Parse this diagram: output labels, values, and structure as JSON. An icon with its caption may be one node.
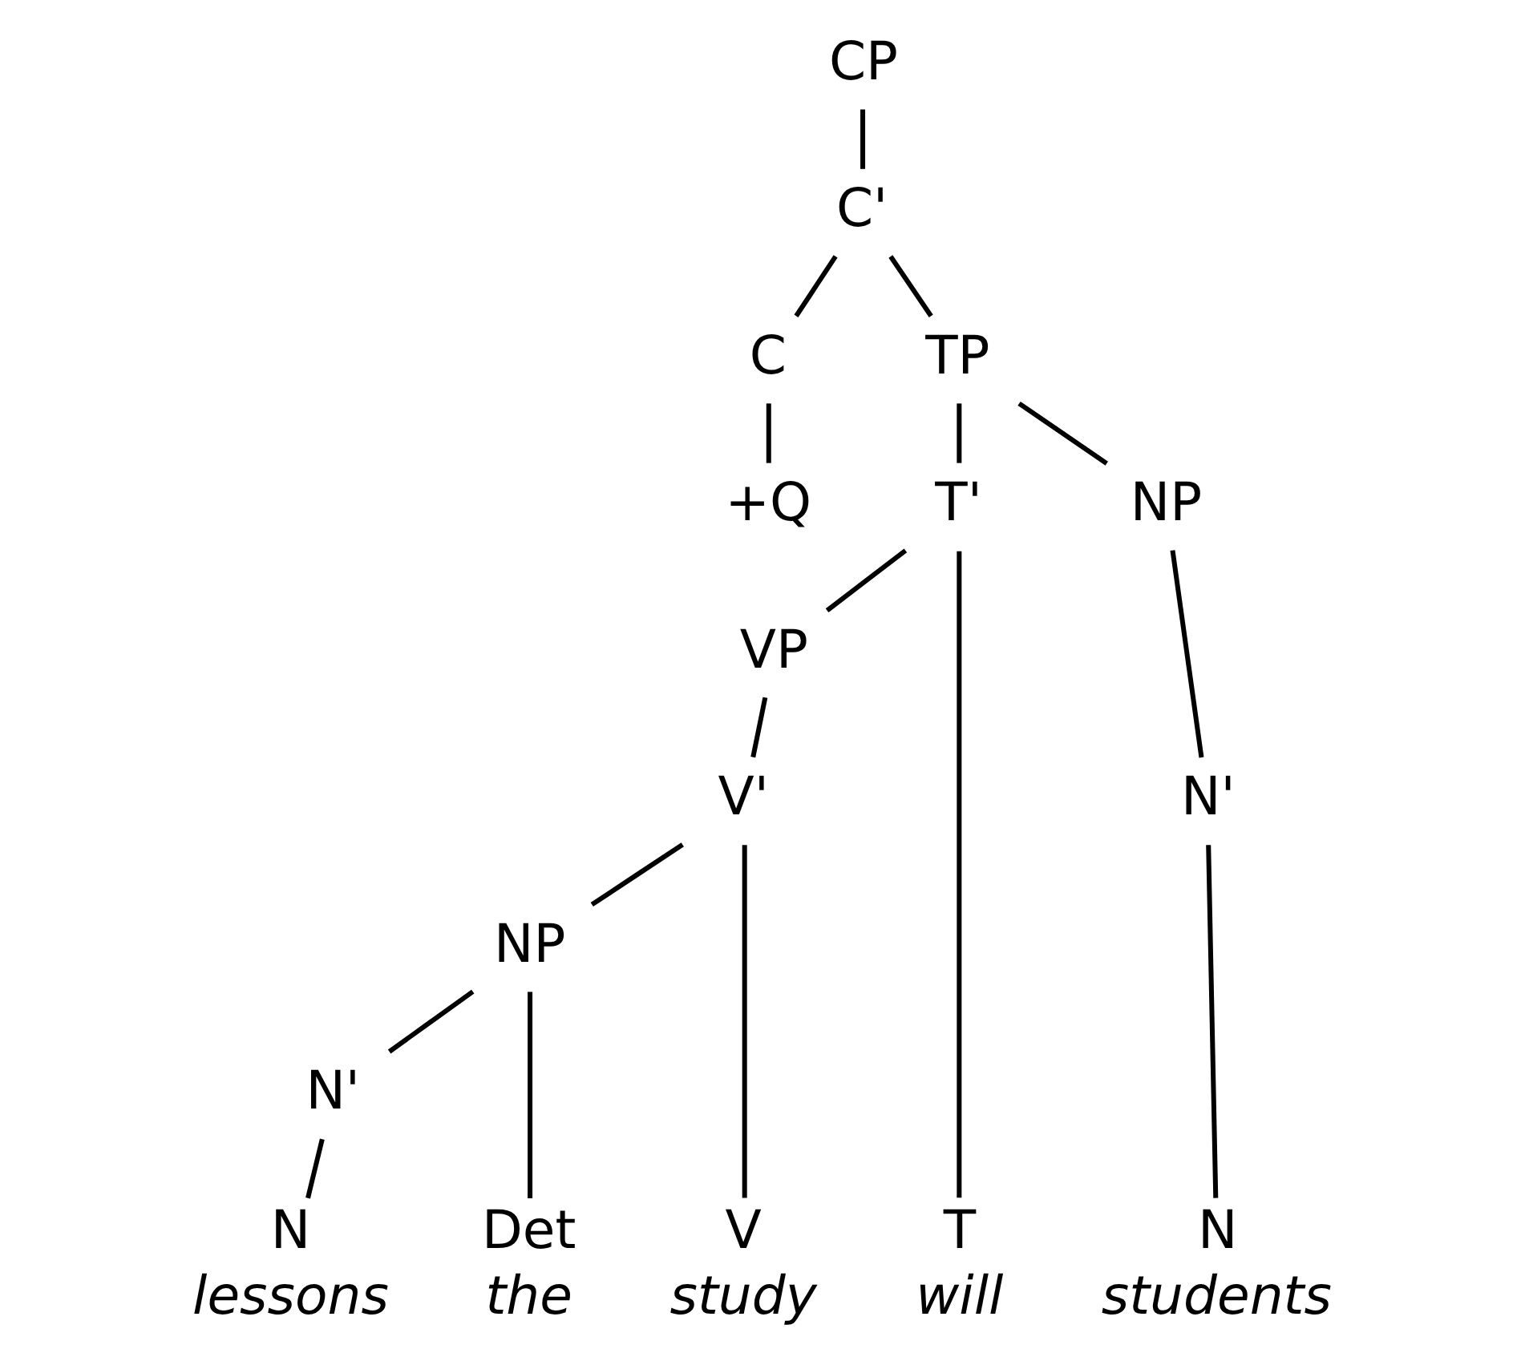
{
  "diagram": {
    "nodes": [
      {
        "text": [
          "CP"
        ]
      },
      {
        "text": [
          "C'"
        ]
      },
      {
        "text": [
          "C"
        ]
      },
      {
        "text": [
          "TP"
        ]
      },
      {
        "text": [
          "+Q"
        ]
      },
      {
        "text": [
          "T'"
        ]
      },
      {
        "text": [
          "VP"
        ]
      },
      {
        "text": [
          "V'"
        ]
      },
      {
        "text": [
          "NP"
        ]
      },
      {
        "text": [
          "NP"
        ]
      },
      {
        "text": [
          "N'"
        ]
      },
      {
        "text": [
          "N'"
        ]
      },
      {
        "text": [
          "N"
        ],
        "beside": [
          "students"
        ]
      },
      {
        "text": [
          "T"
        ],
        "beside": [
          "will"
        ]
      },
      {
        "text": [
          "V"
        ],
        "beside": [
          "study"
        ]
      },
      {
        "text": [
          "Det"
        ],
        "beside": [
          "the"
        ]
      },
      {
        "text": [
          "N"
        ],
        "beside": [
          "lessons"
        ]
      }
    ],
    "edges": [
      {
        "from": 0,
        "to": 1,
        "arrow": "none"
      },
      {
        "from": 1,
        "to": 2,
        "arrow": "none"
      },
      {
        "from": 1,
        "to": 3,
        "arrow": "none"
      },
      {
        "from": 2,
        "to": 4,
        "arrow": "none"
      },
      {
        "from": 3,
        "to": 8,
        "arrow": "none"
      },
      {
        "from": 3,
        "to": 5,
        "arrow": "none"
      },
      {
        "from": 5,
        "to": 13,
        "arrow": "none"
      },
      {
        "from": 5,
        "to": 6,
        "arrow": "none"
      },
      {
        "from": 6,
        "to": 7,
        "arrow": "none"
      },
      {
        "from": 7,
        "to": 14,
        "arrow": "none"
      },
      {
        "from": 7,
        "to": 9,
        "arrow": "none"
      },
      {
        "from": 9,
        "to": 15,
        "arrow": "none"
      },
      {
        "from": 9,
        "to": 11,
        "arrow": "none"
      },
      {
        "from": 11,
        "to": 16,
        "arrow": "none"
      },
      {
        "from": 8,
        "to": 10,
        "arrow": "none"
      },
      {
        "from": 10,
        "to": 12,
        "arrow": "none"
      }
    ]
  }
}
